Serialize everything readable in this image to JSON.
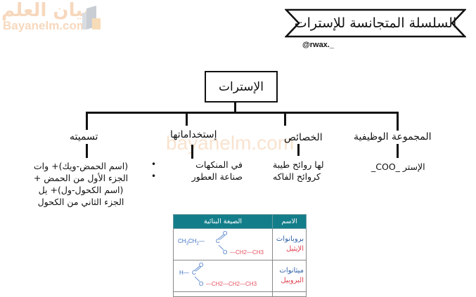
{
  "logo": {
    "arabic": "بيان العلم",
    "english": "Bayanelm.com"
  },
  "header": {
    "title": "السلسلة المتجانسة للإسترات",
    "handle": "@rwax._"
  },
  "watermark": "bayanelm.com",
  "tree": {
    "root": "الإسترات",
    "branches": [
      {
        "id": "functional-group",
        "title": "المجموعة الوظيفية",
        "lines": [
          "الإستر _COO_"
        ]
      },
      {
        "id": "properties",
        "title": "الخصائص",
        "lines": [
          "لها روائح طيبة",
          "كروائح الفاكه"
        ]
      },
      {
        "id": "uses",
        "title": "إستخداماتها",
        "lines": [
          "في المنكهات",
          "صناعة العطور"
        ]
      },
      {
        "id": "naming",
        "title": "تسميته",
        "lines": [
          "(اسم الحمض-ويك)+ وات",
          "الجزء الأول من الحمض +",
          "(اسم الكحول-ول)+ يل",
          "الجزء الثاني من الكحول"
        ]
      }
    ],
    "bullet": "•"
  },
  "table": {
    "headers": {
      "name": "الاسم",
      "formula": "الصيغة البنائية"
    },
    "rows": [
      {
        "name_part1": "بروبانوات",
        "name_part2": "الإيثيل",
        "formula": {
          "acid": "CH3CH2—",
          "carbon": "C",
          "carbonyl_o": "O",
          "ester_o": "O",
          "alkyl": "—CH2—CH3"
        }
      },
      {
        "name_part1": "ميثانوات",
        "name_part2": "البروبيل",
        "formula": {
          "acid": "H—",
          "carbon": "C",
          "carbonyl_o": "O",
          "ester_o": "O",
          "alkyl": "—CH2—CH2—CH3"
        }
      }
    ],
    "colors": {
      "header_bg": "#137e8a",
      "blue": "#3a6fc2",
      "red": "#e65060"
    }
  }
}
